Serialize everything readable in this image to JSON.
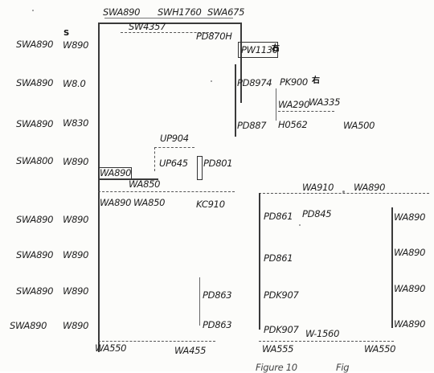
{
  "labels": {
    "top_swa890": "SWA890",
    "top_swh1760": "SWH1760",
    "top_swa675": "SWA675",
    "top_sw4357": "SW4357",
    "pd870h": "PD870H",
    "pw1130": "PW1130",
    "pd8974": "PD8974",
    "pk900": "PK900",
    "wa290": "WA290",
    "wa335": "WA335",
    "pd887": "PD887",
    "h0562": "H0562",
    "wa500": "WA500",
    "up904": "UP904",
    "up645": "UP645",
    "pd801": "PD801",
    "wa890_small": "WA890",
    "wa850_a": "WA850",
    "wa890_b": "WA890",
    "wa850_b": "WA850",
    "kc910": "KC910",
    "wa910": "WA910",
    "wa890_r": "WA890",
    "pd861_a": "PD861",
    "pd845": "PD845",
    "wa890_r1": "WA890",
    "pd861_b": "PD861",
    "wa890_r2": "WA890",
    "pdk907_a": "PDK907",
    "wa890_r3": "WA890",
    "pdk907_b": "PDK907",
    "w1560": "W-1560",
    "wa890_r4": "WA890",
    "pd863_a": "PD863",
    "pd863_b": "PD863",
    "wa550_l": "WA550",
    "wa455": "WA455",
    "wa555": "WA555",
    "wa550_r": "WA550",
    "left_rows": [
      {
        "sw": "SWA890",
        "w": "W890"
      },
      {
        "sw": "SWA890",
        "w": "W8.0"
      },
      {
        "sw": "SWA890",
        "w": "W830"
      },
      {
        "sw": "SWA800",
        "w": "W890"
      },
      {
        "sw": "SWA890",
        "w": "W890"
      },
      {
        "sw": "SWA890",
        "w": "W890"
      },
      {
        "sw": "SWA890",
        "w": "W890"
      },
      {
        "sw": "SWA890",
        "w": "W890"
      }
    ],
    "bottom_caption_1": "Figure 10",
    "bottom_caption_2": "Fig"
  },
  "marks": {
    "s_mark": "S",
    "right_mark_1": "右",
    "right_mark_2": "右"
  }
}
